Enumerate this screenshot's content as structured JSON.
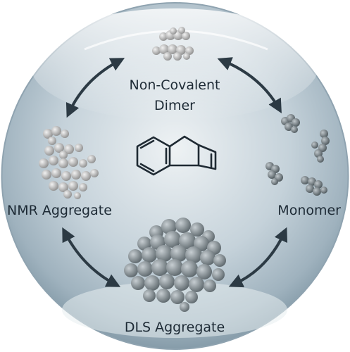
{
  "labels": {
    "top_line1": "Non-Covalent",
    "top_line2": "Dimer",
    "left": "NMR Aggregate",
    "right": "Monomer",
    "bottom": "DLS Aggregate"
  },
  "colors": {
    "sphere_top": "#f3f6f8",
    "sphere_mid": "#b9c8d2",
    "sphere_bottom": "#d6e1e7",
    "arrow": "#2c3a44",
    "molecule_light": "#d0d0d0",
    "molecule_dark": "#7b8489",
    "aggregate": "#8e989e",
    "structure_stroke": "#1f2a33"
  },
  "icons": {
    "center": "indene-structure",
    "dimer": "molecule-dimer-icon",
    "monomer": "monomer-cluster-icon",
    "nmr": "nmr-aggregate-icon",
    "dls": "dls-aggregate-icon"
  }
}
